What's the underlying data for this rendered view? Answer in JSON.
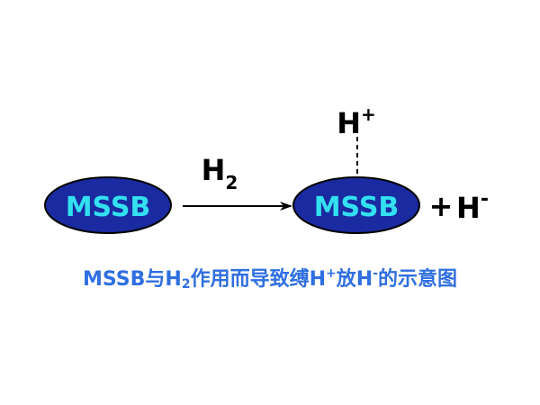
{
  "colors": {
    "ellipse_fill": "#1a2aa0",
    "ellipse_stroke": "#000000",
    "ellipse_text": "#33e0f0",
    "ink": "#000000",
    "caption": "#2f6fe0"
  },
  "diagram": {
    "reactant_label": "MSSB",
    "reagent": {
      "base": "H",
      "subscript": "2"
    },
    "product_label": "MSSB",
    "bound_ion": {
      "base": "H",
      "charge": "+"
    },
    "plus_sign": "+",
    "released_ion": {
      "base": "H",
      "charge": "-"
    }
  },
  "caption": {
    "part1": "MSSB与H",
    "sub": "2",
    "part2": "作用而导致缚H",
    "sup1": "+",
    "part3": "放H",
    "sup2": "-",
    "part4": "的示意图"
  }
}
